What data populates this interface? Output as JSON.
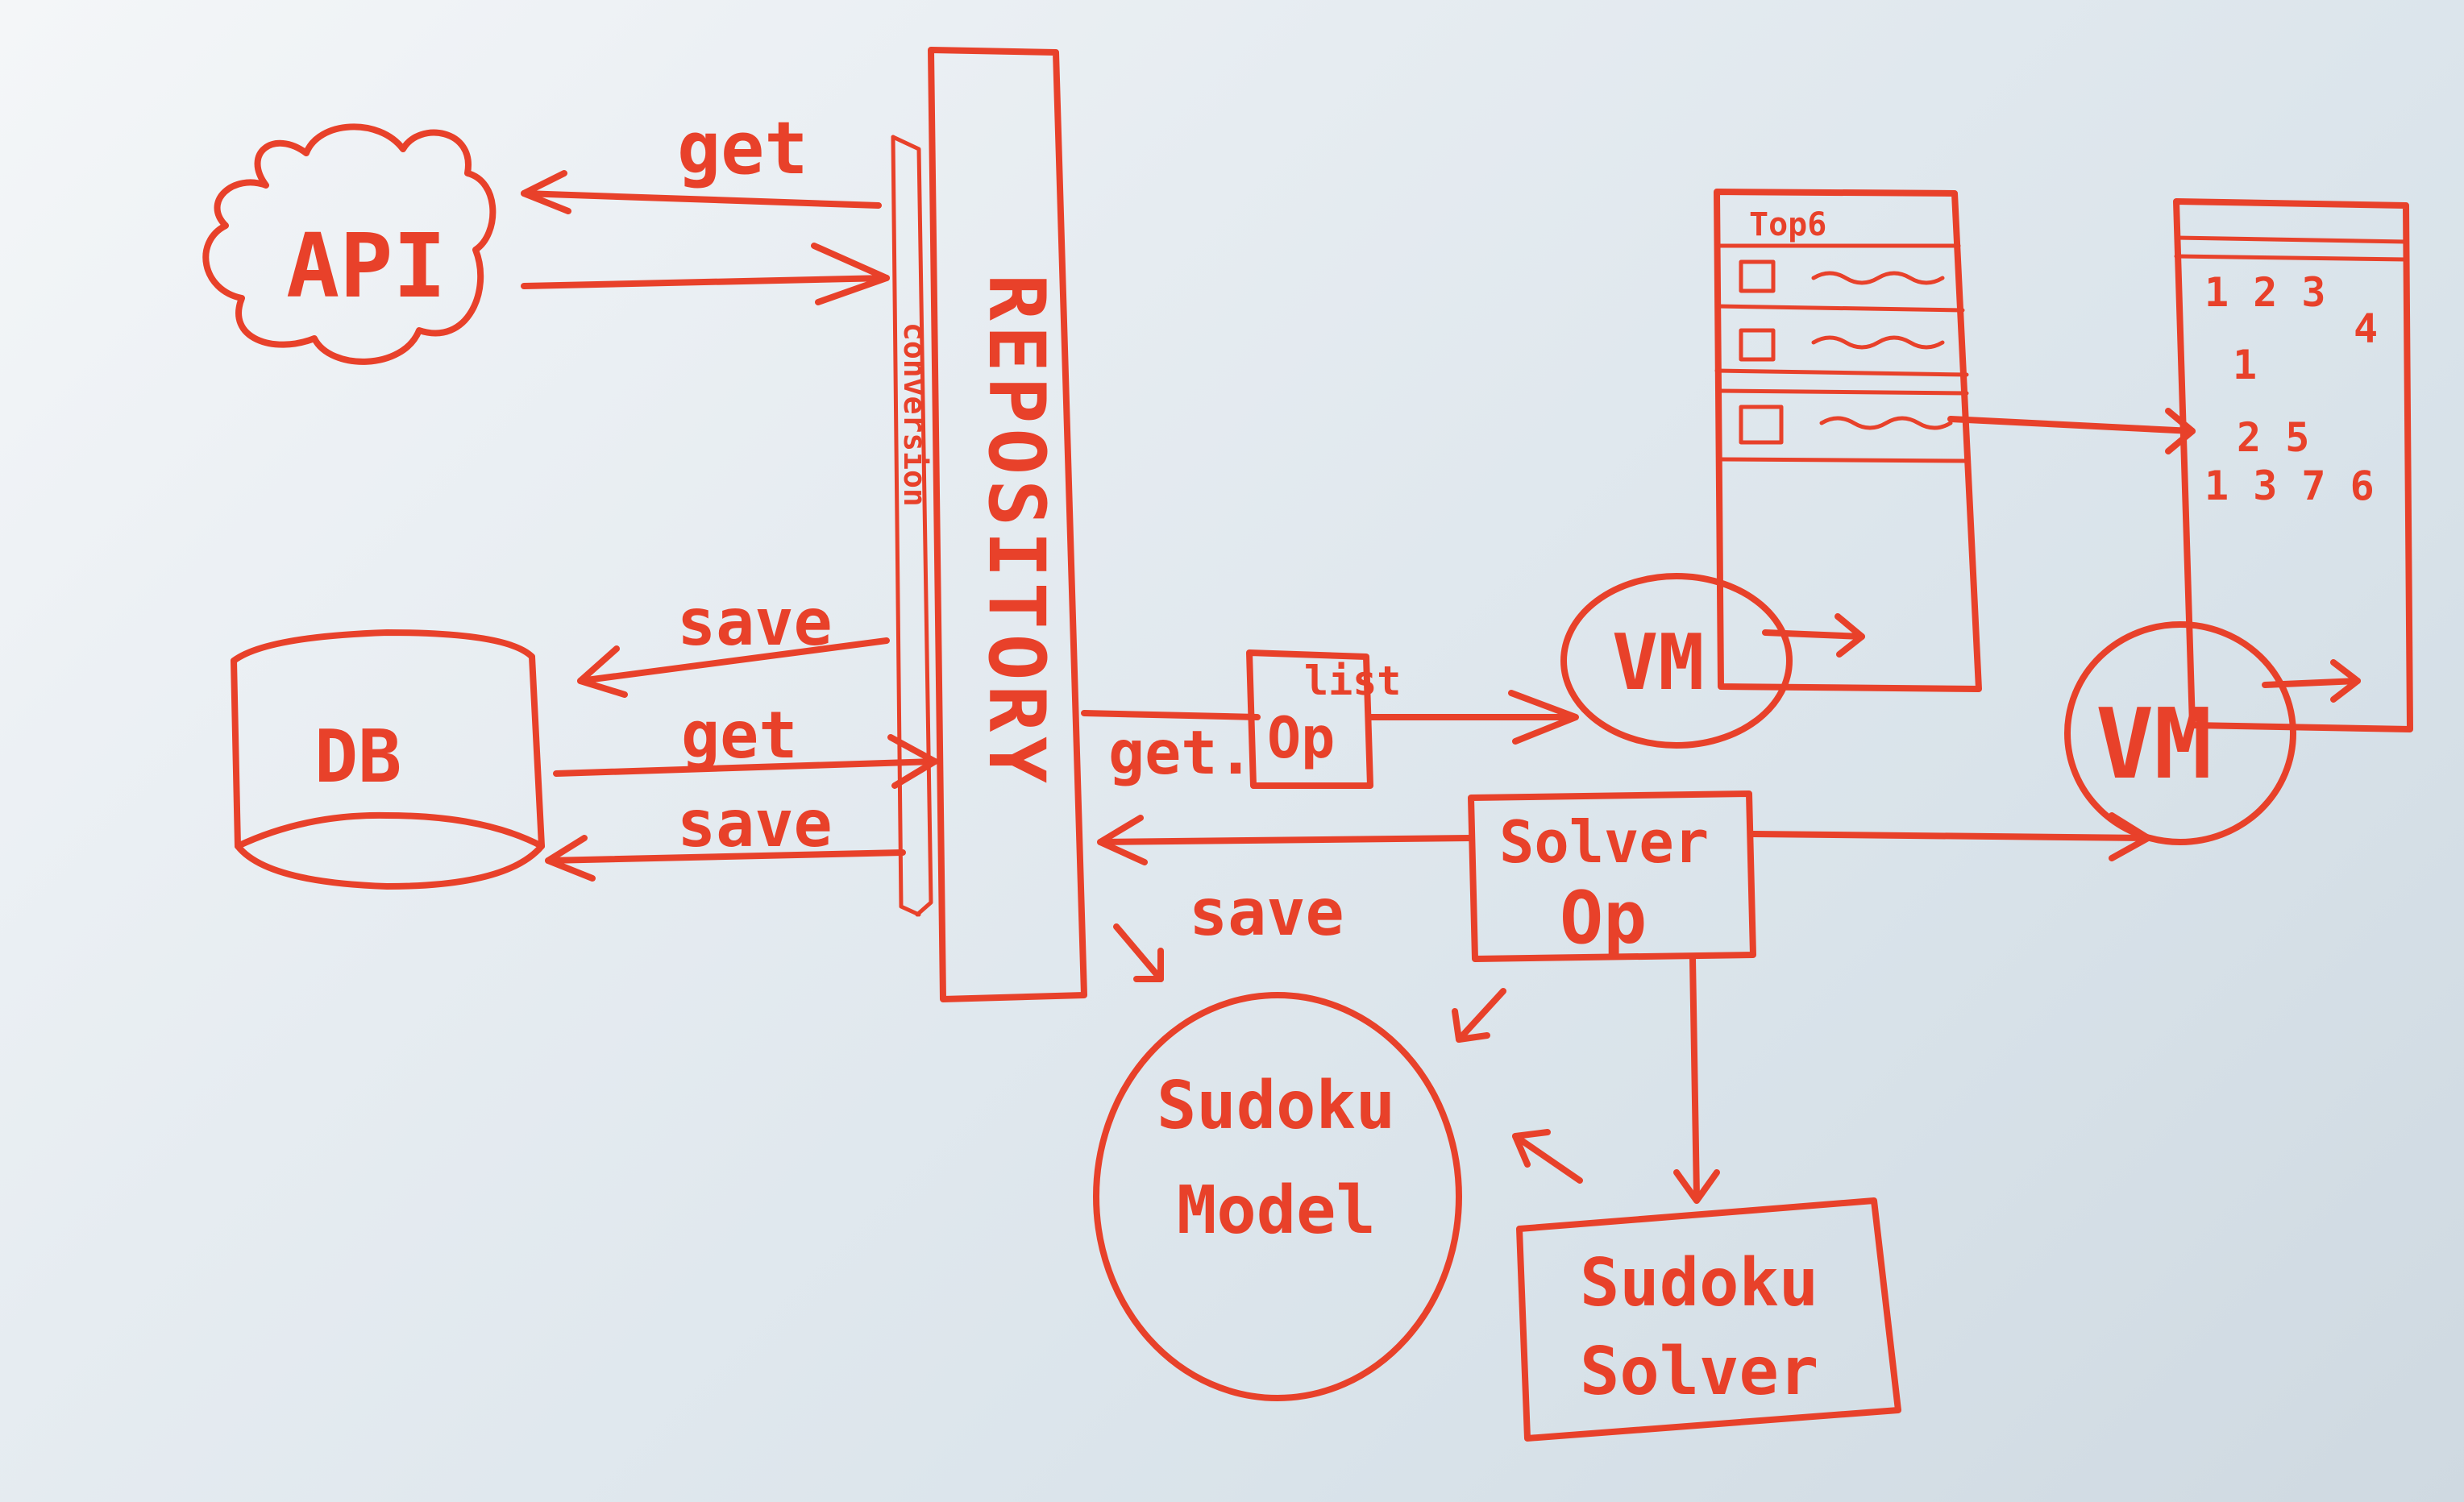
{
  "labels": {
    "api": "API",
    "db": "DB",
    "repository": "REPOSITORY",
    "conversion": "conversion",
    "get_api": "get",
    "save_db_top": "save",
    "get_db": "get",
    "save_db_bottom": "save",
    "get_repo": "get.",
    "list_op_top": "list",
    "list_op_bottom": "Op",
    "vm_left": "VM",
    "vm_right": "VM",
    "solver_op_top": "Solver",
    "solver_op_bottom": "Op",
    "save_solver": "save",
    "sudoku_model_top": "Sudoku",
    "sudoku_model_bottom": "Model",
    "sudoku_solver_top": "Sudoku",
    "sudoku_solver_bottom": "Solver",
    "list_screen_header": "Top6",
    "grid_row1": "1 2 3",
    "grid_row2": "4",
    "grid_row3": "1",
    "grid_row4": "2   5",
    "grid_row5": "1 3  7 6"
  },
  "colors": {
    "ink": "#e8412a",
    "board": "#e6ecf1"
  }
}
